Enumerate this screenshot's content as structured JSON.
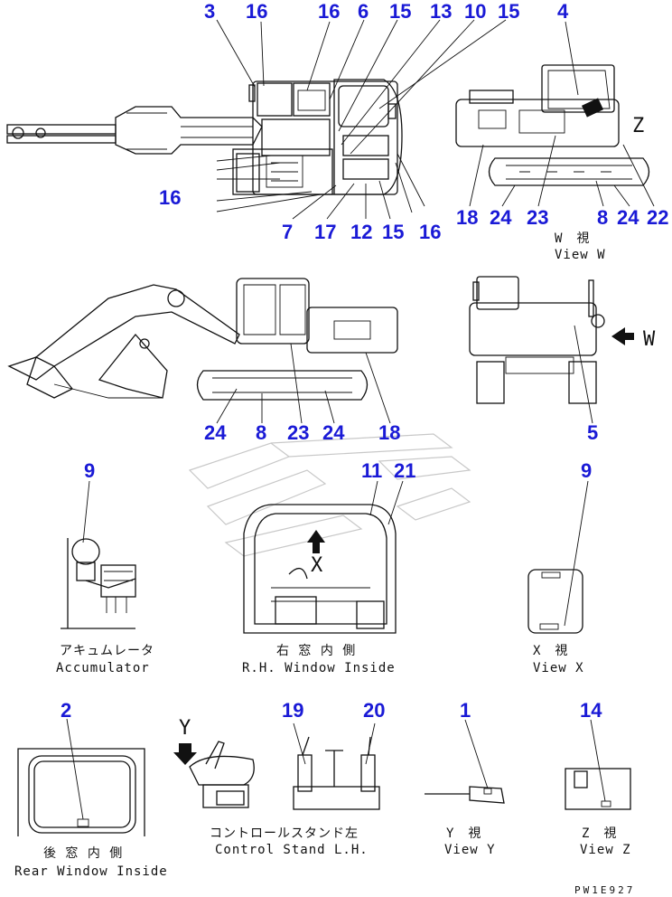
{
  "callouts": {
    "top_3": "3",
    "top_16a": "16",
    "top_16b": "16",
    "top_6": "6",
    "top_15a": "15",
    "top_13": "13",
    "top_10": "10",
    "top_15b": "15",
    "top_4": "4",
    "top_16c": "16",
    "top_7": "7",
    "top_17": "17",
    "top_12": "12",
    "top_15c": "15",
    "top_16d": "16",
    "w_18": "18",
    "w_24a": "24",
    "w_23": "23",
    "w_8": "8",
    "w_24b": "24",
    "w_22": "22",
    "side_24a": "24",
    "side_8": "8",
    "side_23": "23",
    "side_24b": "24",
    "side_18": "18",
    "rear_5": "5",
    "acc_9": "9",
    "cab_11": "11",
    "cab_21": "21",
    "x_9": "9",
    "rw_2": "2",
    "cs_19": "19",
    "cs_20": "20",
    "y_1": "1",
    "z_14": "14"
  },
  "view_letters": {
    "z": "Z",
    "w": "W",
    "x": "X",
    "y": "Y"
  },
  "captions": {
    "view_w_jp": "W　視",
    "view_w_en": "View W",
    "accumulator_jp": "アキュムレータ",
    "accumulator_en": "Accumulator",
    "rh_window_jp": "右 窓 内 側",
    "rh_window_en": "R.H. Window Inside",
    "view_x_jp": "X　視",
    "view_x_en": "View X",
    "rear_window_jp": "後 窓 内 側",
    "rear_window_en": "Rear Window Inside",
    "control_stand_jp": "コントロールスタンド左",
    "control_stand_en": "Control Stand L.H.",
    "view_y_jp": "Y　視",
    "view_y_en": "View Y",
    "view_z_jp": "Z　視",
    "view_z_en": "View Z",
    "drawing_code": "PW1E927"
  },
  "colors": {
    "callout": "#1a1ad6",
    "line": "#111111"
  }
}
